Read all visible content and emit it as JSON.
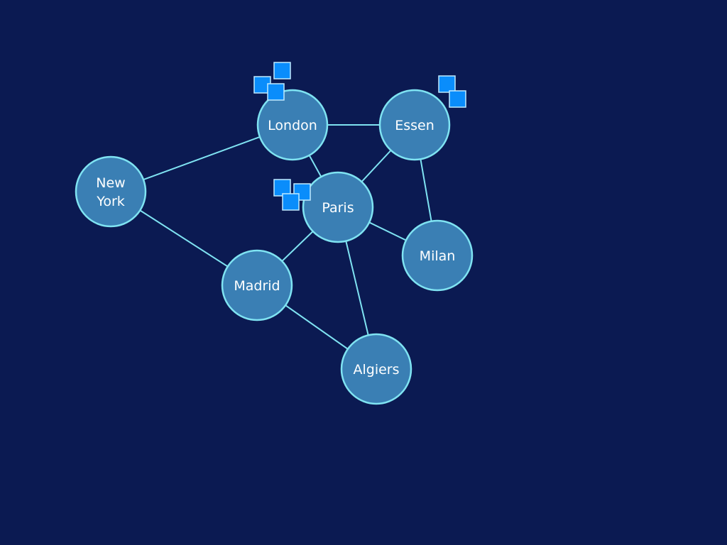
{
  "colors": {
    "background": "#0b1a52",
    "node_fill": "#3a7fb4",
    "node_stroke": "#7fe3f2",
    "edge": "#7fe3f2",
    "label": "#ffffff",
    "square_fill": "#0a8dfb",
    "square_stroke": "#bfeaff"
  },
  "nodes": [
    {
      "id": "london",
      "label": "London"
    },
    {
      "id": "essen",
      "label": "Essen"
    },
    {
      "id": "new-york",
      "label": "New York",
      "lines": [
        "New",
        "York"
      ]
    },
    {
      "id": "paris",
      "label": "Paris"
    },
    {
      "id": "milan",
      "label": "Milan"
    },
    {
      "id": "madrid",
      "label": "Madrid"
    },
    {
      "id": "algiers",
      "label": "Algiers"
    }
  ],
  "edges": [
    {
      "from": "london",
      "to": "essen"
    },
    {
      "from": "london",
      "to": "new-york"
    },
    {
      "from": "london",
      "to": "paris"
    },
    {
      "from": "essen",
      "to": "paris"
    },
    {
      "from": "essen",
      "to": "milan"
    },
    {
      "from": "paris",
      "to": "milan"
    },
    {
      "from": "paris",
      "to": "madrid"
    },
    {
      "from": "paris",
      "to": "algiers"
    },
    {
      "from": "new-york",
      "to": "madrid"
    },
    {
      "from": "madrid",
      "to": "algiers"
    }
  ],
  "square_markers": [
    {
      "node": "london",
      "count": 3
    },
    {
      "node": "essen",
      "count": 2
    },
    {
      "node": "paris",
      "count": 3
    }
  ]
}
